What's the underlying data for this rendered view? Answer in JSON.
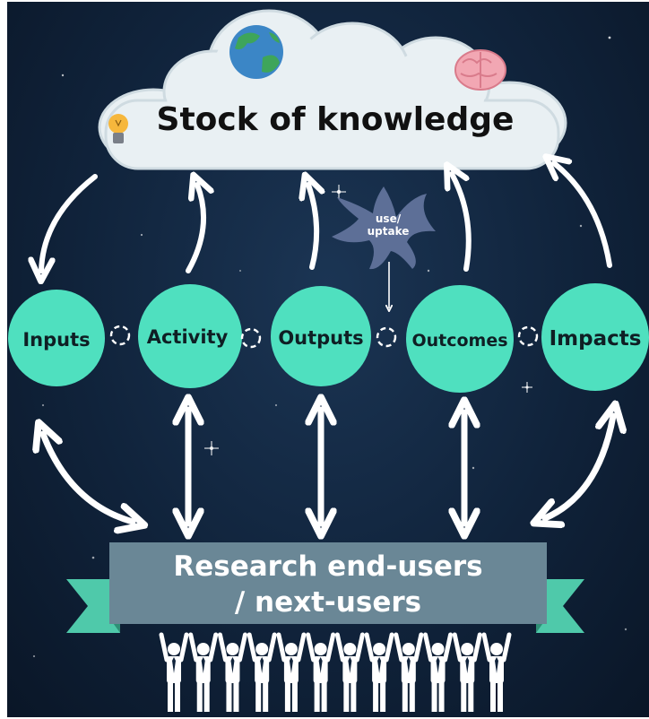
{
  "diagram": {
    "cloud_title": "Stock of knowledge",
    "use_label_line1": "use/",
    "use_label_line2": "uptake",
    "stages": [
      {
        "id": "inputs",
        "label": "Inputs"
      },
      {
        "id": "activity",
        "label": "Activity"
      },
      {
        "id": "outputs",
        "label": "Outputs"
      },
      {
        "id": "outcomes",
        "label": "Outcomes"
      },
      {
        "id": "impacts",
        "label": "Impacts"
      }
    ],
    "banner_line1": "Research end-users",
    "banner_line2": "/ next-users",
    "people_count": 12
  },
  "colors": {
    "background": "#10233b",
    "node_fill": "#4fe0bf",
    "banner_fill": "#6a8796",
    "ribbon_fill": "#4fc9aa",
    "splat_fill": "#5d6f97",
    "cloud_fill": "#e9f0f3",
    "arrow": "#ffffff"
  },
  "icons": [
    "globe-icon",
    "brain-icon",
    "lightbulb-icon",
    "cycle-icon",
    "people-icon"
  ]
}
